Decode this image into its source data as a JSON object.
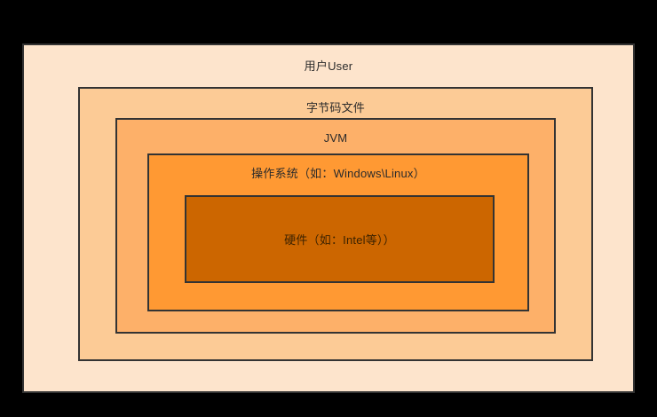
{
  "diagram": {
    "type": "nested-boxes",
    "title": "",
    "background_color": "#000000",
    "border_color": "#333333",
    "layers": [
      {
        "id": "user",
        "label": "用户User",
        "fill": "#FDE4CC",
        "level": 1
      },
      {
        "id": "bytecode",
        "label": "字节码文件",
        "fill": "#FCCB96",
        "level": 2
      },
      {
        "id": "jvm",
        "label": "JVM",
        "fill": "#FDB069",
        "level": 3
      },
      {
        "id": "os",
        "label": "操作系统（如：Windows\\Linux）",
        "fill": "#FF9933",
        "level": 4
      },
      {
        "id": "hardware",
        "label": "硬件（如：Intel等））",
        "fill": "#CC6600",
        "level": 5
      }
    ]
  }
}
